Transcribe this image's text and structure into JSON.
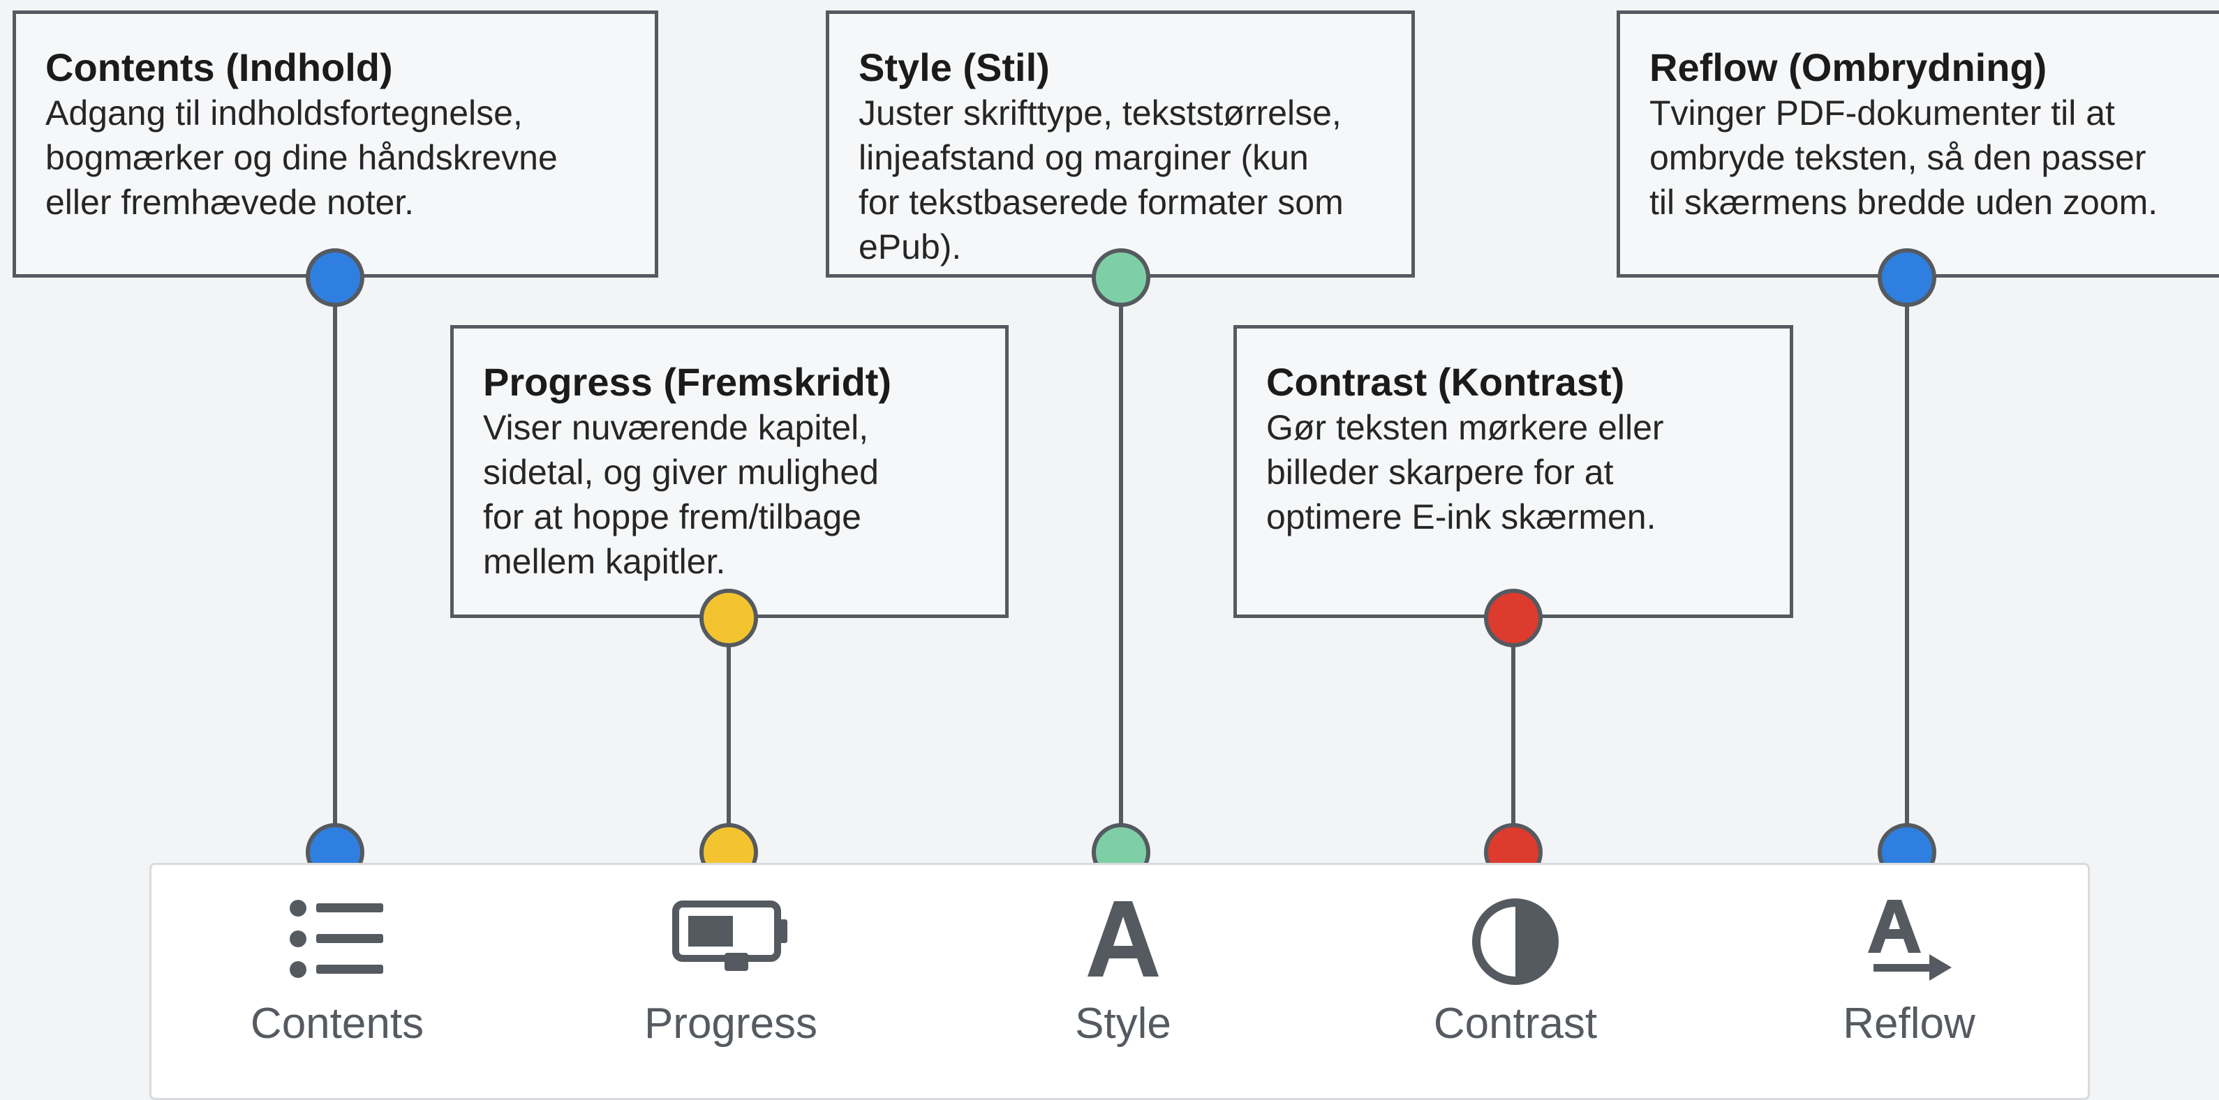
{
  "colors": {
    "blue": "#2f7fe0",
    "yellow": "#f4c430",
    "green": "#7fcfa6",
    "red": "#dd3b2e",
    "line": "#555a60"
  },
  "callouts": {
    "contents": {
      "title": "Contents (Indhold)",
      "lines": [
        "Adgang til indholdsfortegnelse,",
        "bogmærker og dine håndskrevne",
        "eller fremhævede noter."
      ]
    },
    "progress": {
      "title": "Progress (Fremskridt)",
      "lines": [
        "Viser nuværende kapitel,",
        "sidetal, og giver mulighed",
        "for at hoppe frem/tilbage",
        "mellem kapitler."
      ]
    },
    "style": {
      "title": "Style (Stil)",
      "lines": [
        "Juster skrifttype, tekststørrelse,",
        "linjeafstand og marginer (kun",
        "for tekstbaserede formater som",
        "ePub)."
      ]
    },
    "contrast": {
      "title": "Contrast (Kontrast)",
      "lines": [
        "Gør teksten mørkere eller",
        "billeder skarpere for at",
        "optimere E-ink skærmen."
      ]
    },
    "reflow": {
      "title": "Reflow (Ombrydning)",
      "lines": [
        "Tvinger PDF-dokumenter til at",
        "ombryde teksten, så den passer",
        "til skærmens bredde uden zoom."
      ]
    }
  },
  "toolbar": [
    {
      "label": "Contents",
      "icon": "list-icon",
      "color": "#2f7fe0"
    },
    {
      "label": "Progress",
      "icon": "battery-progress-icon",
      "color": "#f4c430"
    },
    {
      "label": "Style",
      "icon": "font-style-icon",
      "color": "#7fcfa6"
    },
    {
      "label": "Contrast",
      "icon": "contrast-icon",
      "color": "#dd3b2e"
    },
    {
      "label": "Reflow",
      "icon": "reflow-icon",
      "color": "#2f7fe0"
    }
  ]
}
